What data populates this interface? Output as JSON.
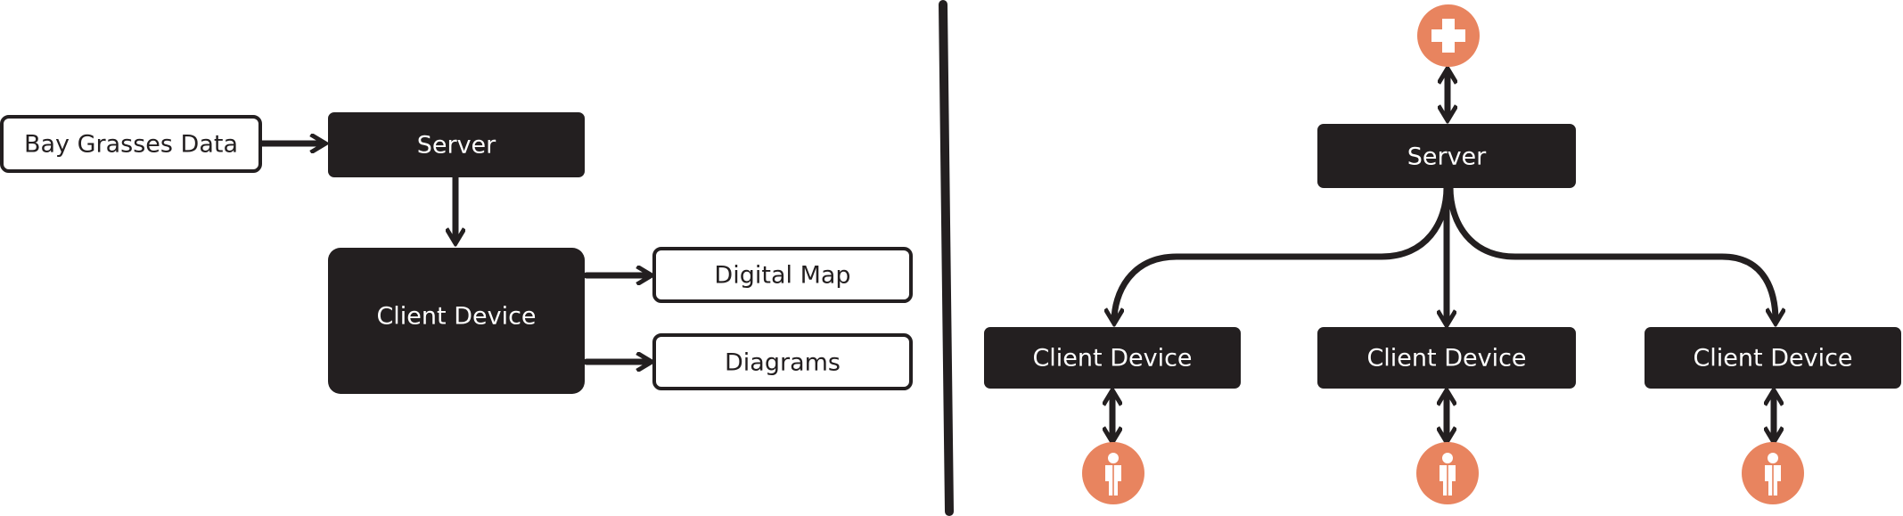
{
  "left_diagram": {
    "source_label": "Bay Grasses Data",
    "server_label": "Server",
    "client_label": "Client Device",
    "output_1_label": "Digital Map",
    "output_2_label": "Diagrams"
  },
  "right_diagram": {
    "server_label": "Server",
    "clients": [
      {
        "label": "Client Device"
      },
      {
        "label": "Client Device"
      },
      {
        "label": "Client Device"
      }
    ],
    "top_icon": "medical-cross-icon",
    "user_icon": "user-icon"
  },
  "colors": {
    "box_fill": "#231f20",
    "accent": "#e8845f",
    "line": "#231f20"
  }
}
